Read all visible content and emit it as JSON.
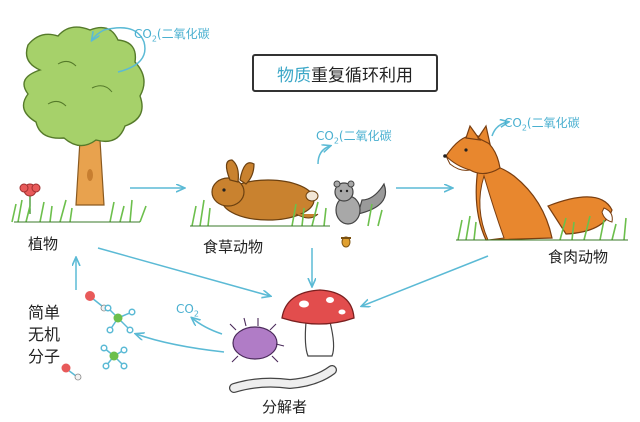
{
  "title": {
    "highlight": "物质",
    "rest": "重复循环利用"
  },
  "nodes": {
    "plant": "植物",
    "herbivore": "食草动物",
    "carnivore": "食肉动物",
    "decomposer": "分解者",
    "molecules": [
      "简单",
      "无机",
      "分子"
    ]
  },
  "co2": {
    "prefix": "CO",
    "sub": "2",
    "desc": "(二氧化碳"
  },
  "colors": {
    "arrow": "#5bbad5",
    "tree_trunk": "#e8a24e",
    "tree_crown": "#a6d16a",
    "rabbit": "#c9822f",
    "fox": "#e8872e",
    "mushroom_cap": "#e24d4d",
    "bug": "#b07cc6",
    "grass": "#6cbf4c"
  }
}
